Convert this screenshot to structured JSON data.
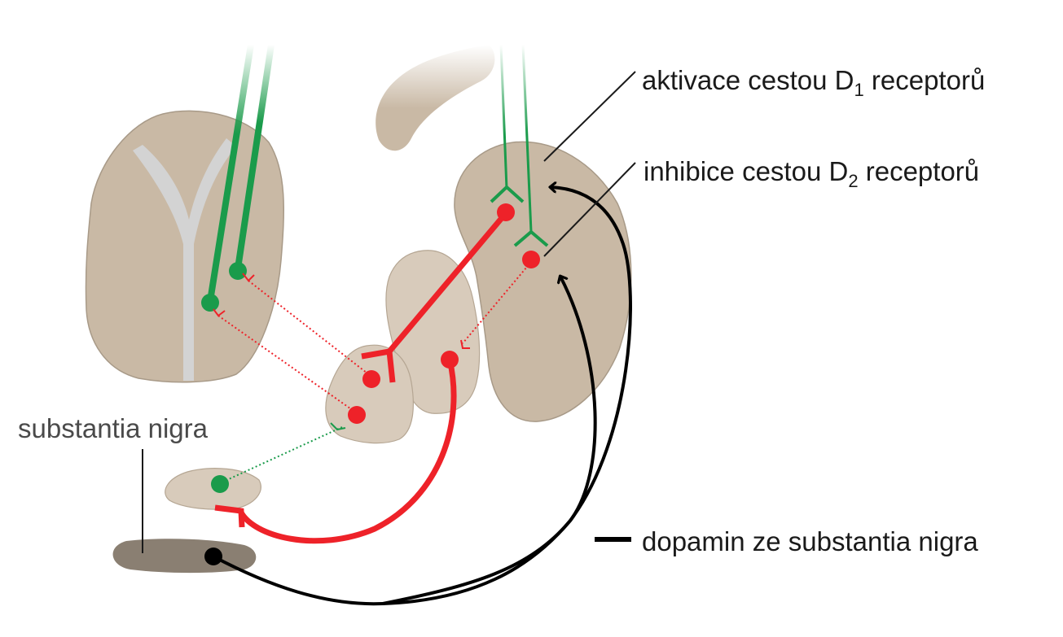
{
  "labels": {
    "d1": {
      "before": "aktivace cestou D",
      "subscript": "1",
      "after": " receptorů"
    },
    "d2": {
      "before": "inhibice cestou D",
      "subscript": "2",
      "after": " receptorů"
    },
    "substantia_nigra": "substantia nigra",
    "legend_dopamine": "dopamin ze substantia nigra"
  },
  "colors": {
    "tissue": "#c9b9a5",
    "tissue_outline": "#a89a88",
    "white_matter": "#d3d3d3",
    "nigra": "#8a7f72",
    "excitatory": "#1a9b4b",
    "inhibitory": "#ee2229",
    "dopamine": "#000000"
  }
}
